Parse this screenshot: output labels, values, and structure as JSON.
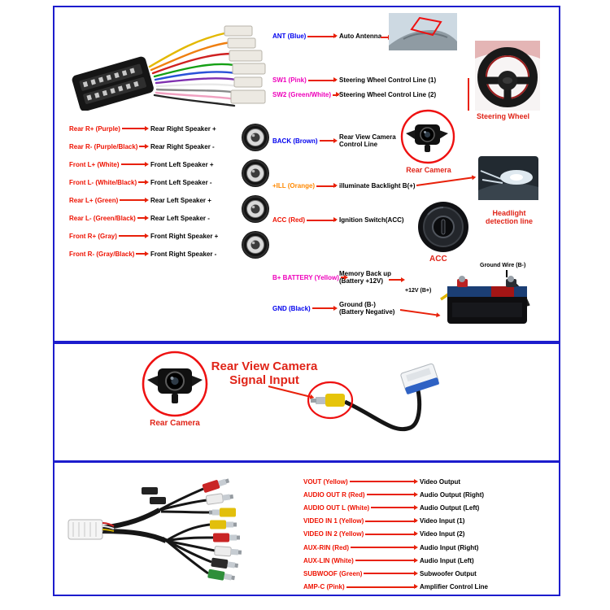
{
  "colors": {
    "panel_border": "#1c1ccd",
    "arrow": "#e8210a",
    "wire_red": "#ee1100",
    "caption_red": "#e02418",
    "label_blue": "#0000ee",
    "label_magenta": "#ee00bb",
    "label_orange": "#ff8800"
  },
  "images": [
    "iso-harness-photo",
    "tweeter-speaker-photo",
    "car-antenna-photo",
    "steering-wheel-photo",
    "rear-camera-photo",
    "headlight-photo",
    "ignition-switch-photo",
    "car-battery-photo",
    "rca-adapter-cable-photo",
    "rca-output-harness-photo"
  ],
  "main_panel": {
    "speaker_rows": [
      {
        "wire": "Rear R+ (Purple)",
        "desc": "Rear Right Speaker +"
      },
      {
        "wire": "Rear R- (Purple/Black)",
        "desc": "Rear Right Speaker -"
      },
      {
        "wire": "Front L+ (White)",
        "desc": "Front Left Speaker +"
      },
      {
        "wire": "Front L- (White/Black)",
        "desc": "Front Left Speaker -"
      },
      {
        "wire": "Rear L+ (Green)",
        "desc": "Rear Left Speaker +"
      },
      {
        "wire": "Rear L- (Green/Black)",
        "desc": "Rear Left Speaker -"
      },
      {
        "wire": "Front R+ (Gray)",
        "desc": "Front Right Speaker +"
      },
      {
        "wire": "Front R- (Gray/Black)",
        "desc": "Front Right Speaker -"
      }
    ],
    "control_rows": [
      {
        "wire": "ANT (Blue)",
        "color": "#0000ee",
        "desc": "Auto Antenna",
        "desc2": ""
      },
      {
        "wire": "SW1 (Pink)",
        "color": "#ee00bb",
        "desc": "Steering Wheel Control Line (1)",
        "desc2": ""
      },
      {
        "wire": "SW2 (Green/White)",
        "color": "#ee00bb",
        "desc": "Steering Wheel Control Line (2)",
        "desc2": ""
      },
      {
        "wire": "BACK (Brown)",
        "color": "#0000ee",
        "desc": "Rear View Camera",
        "desc2": "Control Line"
      },
      {
        "wire": "+ILL (Orange)",
        "color": "#ff8800",
        "desc": "illuminate Backlight B(+)",
        "desc2": ""
      },
      {
        "wire": "ACC (Red)",
        "color": "#ee1100",
        "desc": "Ignition Switch(ACC)",
        "desc2": ""
      },
      {
        "wire": "B+ BATTERY (Yellow)",
        "color": "#ee00bb",
        "desc": "Memory Back up",
        "desc2": "(Battery +12V)"
      },
      {
        "wire": "GND (Black)",
        "color": "#0000ee",
        "desc": "Ground (B-)",
        "desc2": "(Battery Negative)"
      }
    ],
    "captions": {
      "steering_wheel": "Steering Wheel",
      "rear_camera": "Rear Camera",
      "headlight_1": "Headlight",
      "headlight_2": "detection line",
      "acc": "ACC",
      "battery_plus": "+12V  (B+)",
      "battery_ground": "Ground Wire (B-)"
    }
  },
  "camera_panel": {
    "title_1": "Rear View Camera",
    "title_2": "Signal Input",
    "caption": "Rear Camera"
  },
  "rca_panel": {
    "rows": [
      {
        "wire": "VOUT (Yellow)",
        "desc": "Video Output"
      },
      {
        "wire": "AUDIO OUT R (Red)",
        "desc": "Audio Output (Right)"
      },
      {
        "wire": "AUDIO OUT L (White)",
        "desc": "Audio Output (Left)"
      },
      {
        "wire": "VIDEO IN 1 (Yellow)",
        "desc": "Video Input (1)"
      },
      {
        "wire": "VIDEO IN 2 (Yellow)",
        "desc": "Video Input (2)"
      },
      {
        "wire": "AUX-RIN (Red)",
        "desc": "Audio Input (Right)"
      },
      {
        "wire": "AUX-LIN (White)",
        "desc": "Audio Input (Left)"
      },
      {
        "wire": "SUBWOOF (Green)",
        "desc": "Subwoofer Output"
      },
      {
        "wire": "AMP-C (Pink)",
        "desc": "Amplifier Control Line"
      }
    ]
  }
}
